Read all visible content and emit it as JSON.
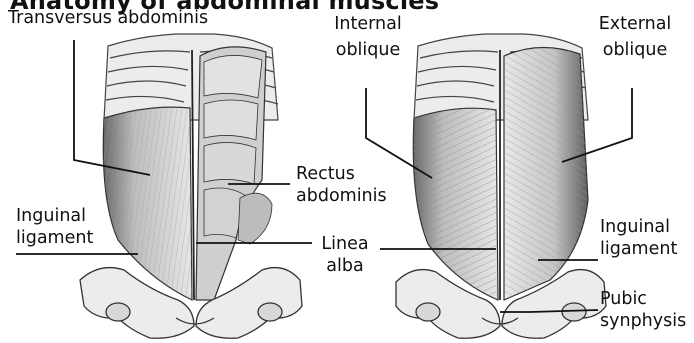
{
  "title": "Anatomy of abdominal muscles",
  "labels": {
    "transversus_abdominis": "Transversus abdominis",
    "internal_oblique_1": "Internal",
    "internal_oblique_2": "oblique",
    "external_oblique_1": "External",
    "external_oblique_2": "oblique",
    "rectus_abdominis_1": "Rectus",
    "rectus_abdominis_2": "abdominis",
    "inguinal_ligament_left_1": "Inguinal",
    "inguinal_ligament_left_2": "ligament",
    "linea_alba_1": "Linea",
    "linea_alba_2": "alba",
    "inguinal_ligament_right_1": "Inguinal",
    "inguinal_ligament_right_2": "ligament",
    "pubic_symphysis_1": "Pubic",
    "pubic_symphysis_2": "synphysis"
  },
  "colors": {
    "text": "#111111",
    "leader_line": "#111111",
    "bone": "#eeeeee",
    "muscle": "#d4d4d4",
    "shade": "#555555"
  }
}
